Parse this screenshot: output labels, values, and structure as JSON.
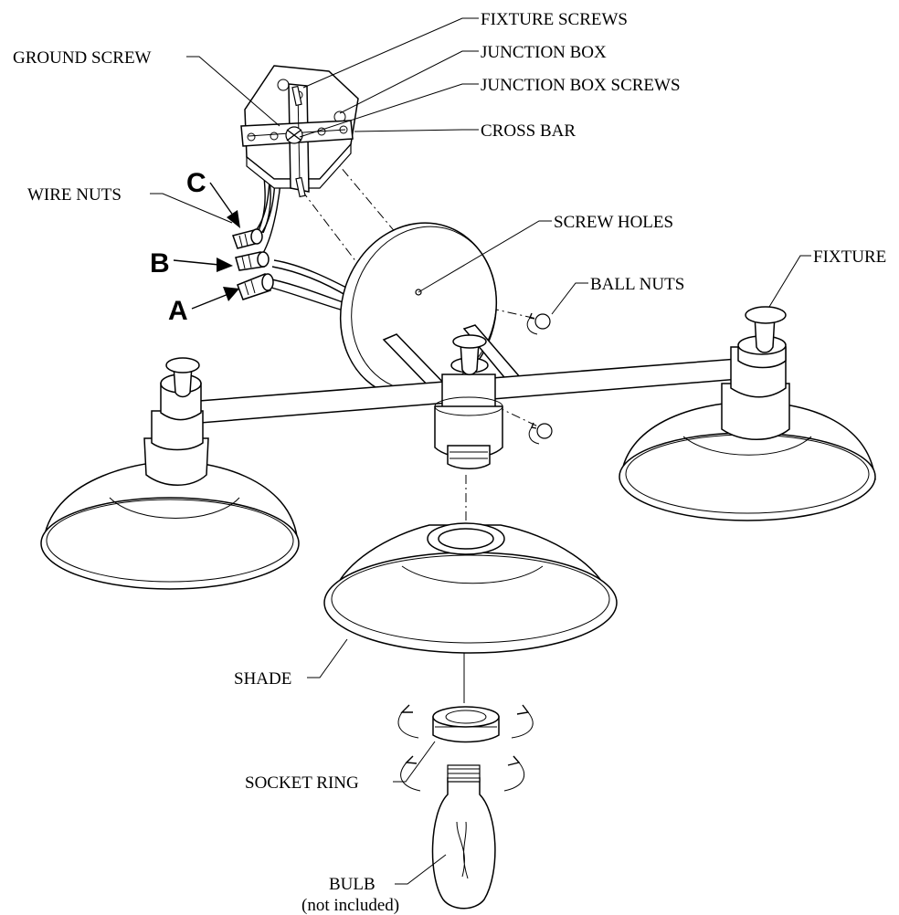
{
  "labels": {
    "fixture_screws": "FIXTURE SCREWS",
    "junction_box": "JUNCTION BOX",
    "junction_box_screws": "JUNCTION BOX SCREWS",
    "ground_screw": "GROUND SCREW",
    "cross_bar": "CROSS BAR",
    "wire_nuts": "WIRE NUTS",
    "screw_holes": "SCREW HOLES",
    "fixture": "FIXTURE",
    "ball_nuts": "BALL NUTS",
    "shade": "SHADE",
    "socket_ring": "SOCKET RING",
    "bulb": "BULB",
    "not_included": "(not included)"
  },
  "wire_letters": {
    "a": "A",
    "b": "B",
    "c": "C"
  }
}
